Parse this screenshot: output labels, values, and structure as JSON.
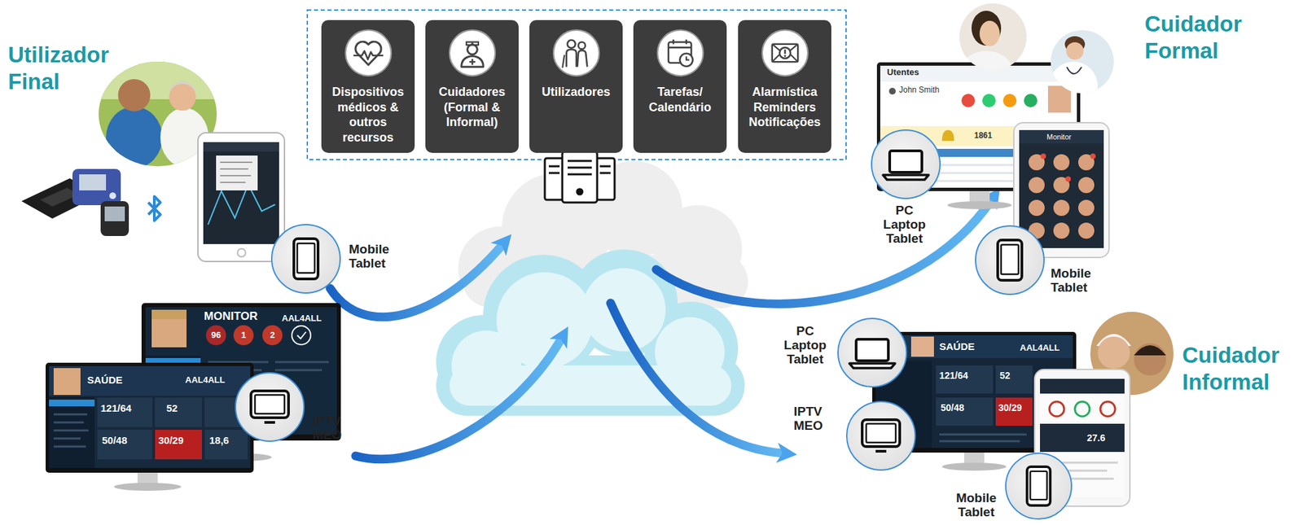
{
  "diagram": {
    "nodes": [
      {
        "text": [
          "Dispositivos médicos & outros recursos"
        ]
      },
      {
        "text": [
          "Cuidadores (Formal & Informal)"
        ]
      },
      {
        "text": [
          "Utilizadores"
        ]
      },
      {
        "text": [
          "Tarefas/ Calendário"
        ]
      },
      {
        "text": [
          "Alarmística Reminders Notificações"
        ]
      },
      {
        "text": [
          "Mobile Tablet"
        ]
      },
      {
        "text": [
          "IPTV MEO"
        ]
      },
      {
        "text": [
          "PC Laptop Tablet"
        ]
      },
      {
        "text": [
          "Mobile Tablet"
        ]
      },
      {
        "text": [
          "PC Laptop Tablet"
        ]
      },
      {
        "text": [
          "IPTV MEO"
        ]
      },
      {
        "text": [
          "Mobile Tablet"
        ]
      }
    ],
    "labels": [
      "Utilizador Final",
      "Cuidador Formal",
      "Cuidador Informal",
      "MONITOR",
      "AAL4ALL",
      "96",
      "1",
      "2",
      "SAÚDE",
      "AAL4ALL",
      "121/64",
      "52",
      "50/48",
      "30/29",
      "18,6",
      "Utentes",
      "John Smith",
      "1861",
      "Monitor",
      "SAÚDE",
      "AAL4ALL",
      "121/64",
      "52",
      "50/48",
      "30/29",
      "27.6"
    ]
  }
}
